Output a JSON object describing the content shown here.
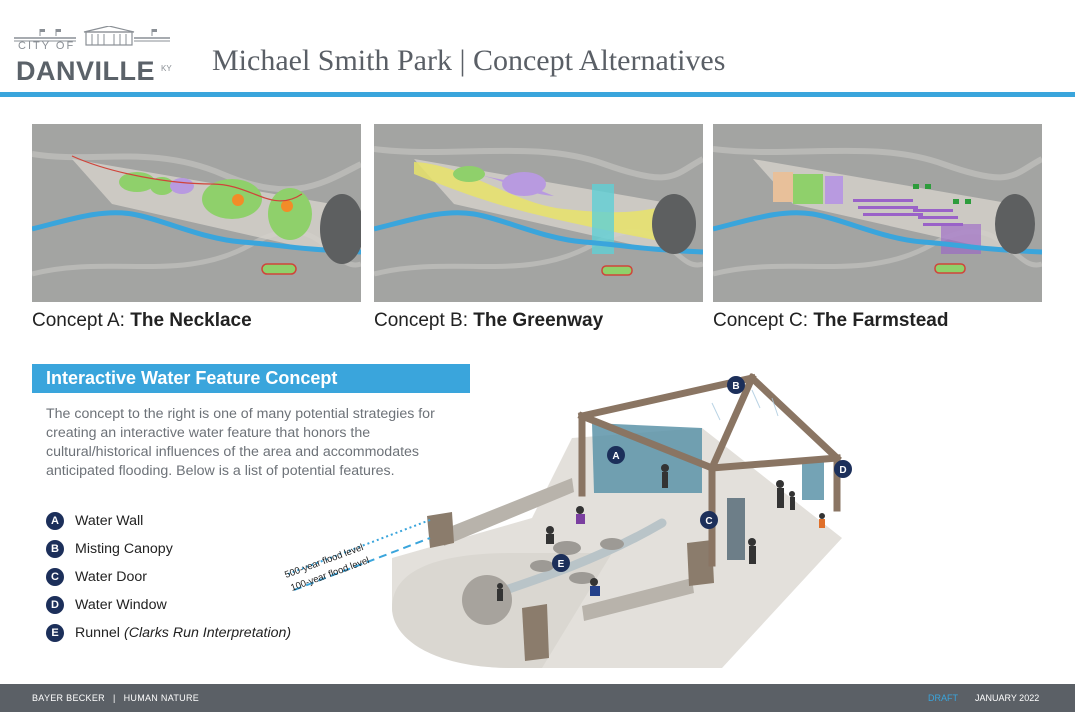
{
  "header": {
    "logo": {
      "city_of": "CITY OF",
      "name": "DANVILLE",
      "state": "KY"
    },
    "title": "Michael Smith Park | Concept Alternatives"
  },
  "concepts": [
    {
      "prefix": "Concept A: ",
      "name": "The Necklace"
    },
    {
      "prefix": "Concept B: ",
      "name": "The Greenway"
    },
    {
      "prefix": "Concept C: ",
      "name": "The Farmstead"
    }
  ],
  "water_feature": {
    "title": "Interactive Water Feature Concept",
    "intro": "The concept to the right is one of many potential strategies for creating an interactive water feature that honors the cultural/historical influences of the area and accommodates anticipated flooding. Below is a list of potential features.",
    "features": [
      {
        "key": "A",
        "label": "Water Wall"
      },
      {
        "key": "B",
        "label": "Misting Canopy"
      },
      {
        "key": "C",
        "label": "Water Door"
      },
      {
        "key": "D",
        "label": "Water Window"
      },
      {
        "key": "E",
        "label": "Runnel",
        "note": "(Clarks Run Interpretation)"
      }
    ],
    "flood_levels": [
      "500-year flood level",
      "100-year flood level"
    ]
  },
  "footer": {
    "firm": "BAYER BECKER",
    "tagline": "HUMAN NATURE",
    "status": "DRAFT",
    "date": "JANUARY 2022"
  },
  "colors": {
    "accent": "#3aa5dc",
    "badge": "#1c2f5a",
    "footer": "#5b6066"
  },
  "icons": [
    "city-hall-icon"
  ]
}
